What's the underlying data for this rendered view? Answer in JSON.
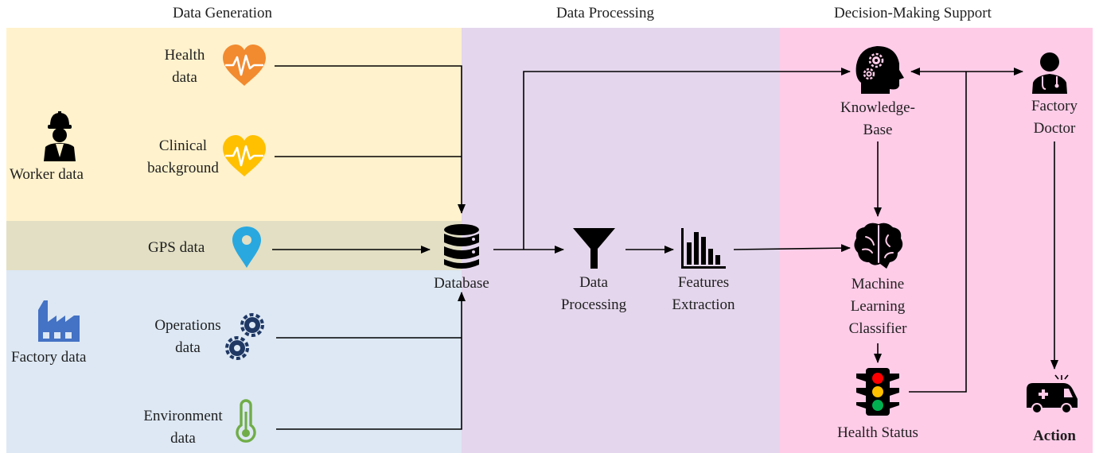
{
  "sections": {
    "generation": "Data Generation",
    "processing": "Data Processing",
    "decision": "Decision-Making  Support"
  },
  "sources": {
    "worker": "Worker data",
    "factory": "Factory data"
  },
  "inputs": {
    "health": "Health\ndata",
    "clinical": "Clinical\nbackground",
    "gps": "GPS data",
    "operations": "Operations\ndata",
    "environment": "Environment\ndata"
  },
  "nodes": {
    "database": "Database",
    "data_processing": "Data\nProcessing",
    "features": "Features\nExtraction",
    "knowledge_base": "Knowledge-\nBase",
    "ml": "Machine\nLearning\nClassifier",
    "health_status": "Health  Status",
    "doctor": "Factory\nDoctor",
    "action": "Action"
  },
  "colors": {
    "generation_worker_bg": "#fff2cc",
    "gps_band_bg": "#e2dfc4",
    "generation_factory_bg": "#dde8f4",
    "processing_bg": "#e4d6ec",
    "decision_bg": "#ffcce8",
    "health_heart": "#f28a30",
    "clinical_heart": "#ffc000",
    "gps_pin": "#29a8e0",
    "factory_icon": "#4472c4",
    "gears": "#1f3864",
    "thermometer": "#70ad47"
  }
}
